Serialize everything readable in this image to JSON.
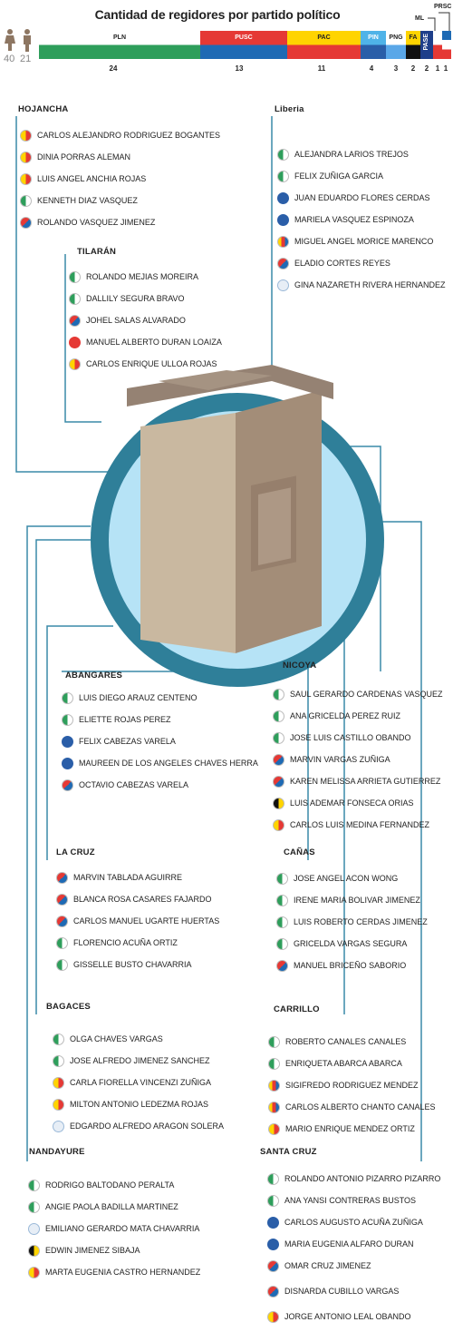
{
  "header": {
    "title": "Cantidad de regidores por partido político",
    "gender_women": "40",
    "gender_men": "21",
    "parties": [
      {
        "label": "PLN",
        "count": "24",
        "color": "#2e9e5b"
      },
      {
        "label": "PUSC",
        "count": "13",
        "color": "#e53935"
      },
      {
        "label": "PAC",
        "count": "11",
        "color": "#ffd400"
      },
      {
        "label": "PIN",
        "count": "4",
        "color": "#4fb3e8"
      },
      {
        "label": "PNG",
        "count": "3",
        "color": "#e7eef6"
      },
      {
        "label": "FA",
        "count": "2",
        "color": "#ffd400"
      },
      {
        "label": "PASE",
        "count": "2",
        "color": "#1e3f8a"
      },
      {
        "label": "ML",
        "count": "1",
        "color": "#e53935"
      },
      {
        "label": "PRSC",
        "count": "1",
        "color": "#ffd400"
      }
    ]
  },
  "colors": {
    "line": "#3a8aa9",
    "circle": "#2f7f99",
    "circle_inner": "#b6e3f6",
    "podium_front": "#c9b8a0",
    "podium_side": "#a38d78",
    "podium_top": "#958273"
  },
  "regions": [
    {
      "name": "HOJANCHA",
      "members": [
        {
          "name": "CARLOS ALEJANDRO RODRIGUEZ BOGANTES",
          "party": "pac"
        },
        {
          "name": "DINIA PORRAS ALEMAN",
          "party": "pac"
        },
        {
          "name": "LUIS ANGEL ANCHIA ROJAS",
          "party": "pac"
        },
        {
          "name": "KENNETH DIAZ VASQUEZ",
          "party": "pln"
        },
        {
          "name": "ROLANDO VASQUEZ JIMENEZ",
          "party": "pusc"
        }
      ]
    },
    {
      "name": "Liberia",
      "members": [
        {
          "name": "ALEJANDRA LARIOS TREJOS",
          "party": "pln"
        },
        {
          "name": "FELIX ZUÑIGA GARCIA",
          "party": "pln"
        },
        {
          "name": "JUAN EDUARDO FLORES CERDAS",
          "party": "pin"
        },
        {
          "name": "MARIELA VASQUEZ ESPINOZA",
          "party": "pin"
        },
        {
          "name": "MIGUEL ANGEL MORICE MARENCO",
          "party": "prsc"
        },
        {
          "name": "ELADIO CORTES REYES",
          "party": "pusc"
        },
        {
          "name": "GINA NAZARETH RIVERA HERNANDEZ",
          "party": "png"
        }
      ]
    },
    {
      "name": "TILARÁN",
      "members": [
        {
          "name": "ROLANDO MEJIAS MOREIRA",
          "party": "pln"
        },
        {
          "name": "DALLILY SEGURA BRAVO",
          "party": "pln"
        },
        {
          "name": "JOHEL SALAS ALVARADO",
          "party": "pusc"
        },
        {
          "name": "MANUEL ALBERTO DURAN LOAIZA",
          "party": "ml"
        },
        {
          "name": "CARLOS ENRIQUE ULLOA ROJAS",
          "party": "pac"
        }
      ]
    },
    {
      "name": "ABANGARES",
      "members": [
        {
          "name": "LUIS DIEGO ARAUZ CENTENO",
          "party": "pln"
        },
        {
          "name": "ELIETTE ROJAS PEREZ",
          "party": "pln"
        },
        {
          "name": "FELIX CABEZAS VARELA",
          "party": "pin"
        },
        {
          "name": "MAUREEN DE LOS ANGELES CHAVES HERRA",
          "party": "pin"
        },
        {
          "name": "OCTAVIO CABEZAS VARELA",
          "party": "pusc"
        }
      ]
    },
    {
      "name": "NICOYA",
      "members": [
        {
          "name": "SAUL GERARDO CARDENAS VASQUEZ",
          "party": "pln"
        },
        {
          "name": "ANA GRICELDA PEREZ RUIZ",
          "party": "pln"
        },
        {
          "name": "JOSE LUIS CASTILLO OBANDO",
          "party": "pln"
        },
        {
          "name": "MARVIN VARGAS ZUÑIGA",
          "party": "pusc"
        },
        {
          "name": "KAREN MELISSA ARRIETA GUTIERREZ",
          "party": "pusc"
        },
        {
          "name": "LUIS ADEMAR FONSECA ORIAS",
          "party": "fa"
        },
        {
          "name": "CARLOS LUIS MEDINA FERNANDEZ",
          "party": "pac"
        }
      ]
    },
    {
      "name": "LA CRUZ",
      "members": [
        {
          "name": "MARVIN TABLADA AGUIRRE",
          "party": "pusc"
        },
        {
          "name": "BLANCA ROSA CASARES FAJARDO",
          "party": "pusc"
        },
        {
          "name": "CARLOS MANUEL UGARTE HUERTAS",
          "party": "pusc"
        },
        {
          "name": "FLORENCIO ACUÑA ORTIZ",
          "party": "pln"
        },
        {
          "name": "GISSELLE BUSTO CHAVARRIA",
          "party": "pln"
        }
      ]
    },
    {
      "name": "CAÑAS",
      "members": [
        {
          "name": "JOSE ANGEL ACON WONG",
          "party": "pln"
        },
        {
          "name": "IRENE MARIA BOLIVAR JIMENEZ",
          "party": "pln"
        },
        {
          "name": "LUIS ROBERTO CERDAS JIMENEZ",
          "party": "pln"
        },
        {
          "name": "GRICELDA VARGAS SEGURA",
          "party": "pln"
        },
        {
          "name": "MANUEL BRICEÑO SABORIO",
          "party": "pusc"
        }
      ]
    },
    {
      "name": "BAGACES",
      "members": [
        {
          "name": "OLGA CHAVES VARGAS",
          "party": "pln"
        },
        {
          "name": "JOSE ALFREDO JIMENEZ SANCHEZ",
          "party": "pln"
        },
        {
          "name": "CARLA FIORELLA VINCENZI ZUÑIGA",
          "party": "pac"
        },
        {
          "name": "MILTON ANTONIO LEDEZMA ROJAS",
          "party": "pac"
        },
        {
          "name": "EDGARDO ALFREDO ARAGON SOLERA",
          "party": "png"
        }
      ]
    },
    {
      "name": "CARRILLO",
      "members": [
        {
          "name": "ROBERTO CANALES CANALES",
          "party": "pln"
        },
        {
          "name": "ENRIQUETA ABARCA ABARCA",
          "party": "pln"
        },
        {
          "name": "SIGIFREDO RODRIGUEZ MENDEZ",
          "party": "prsc"
        },
        {
          "name": "CARLOS ALBERTO CHANTO CANALES",
          "party": "prsc"
        },
        {
          "name": "MARIO ENRIQUE MENDEZ ORTIZ",
          "party": "pac"
        }
      ]
    },
    {
      "name": "NANDAYURE",
      "members": [
        {
          "name": "RODRIGO BALTODANO PERALTA",
          "party": "pln"
        },
        {
          "name": "ANGIE PAOLA BADILLA MARTINEZ",
          "party": "pln"
        },
        {
          "name": "EMILIANO GERARDO MATA CHAVARRIA",
          "party": "png"
        },
        {
          "name": "EDWIN JIMENEZ SIBAJA",
          "party": "fa"
        },
        {
          "name": "MARTA EUGENIA CASTRO HERNANDEZ",
          "party": "pac"
        }
      ]
    },
    {
      "name": "SANTA CRUZ",
      "members": [
        {
          "name": "ROLANDO ANTONIO PIZARRO PIZARRO",
          "party": "pln"
        },
        {
          "name": "ANA YANSI CONTRERAS BUSTOS",
          "party": "pln"
        },
        {
          "name": "CARLOS AUGUSTO ACUÑA ZUÑIGA",
          "party": "pin"
        },
        {
          "name": "MARIA EUGENIA ALFARO DURAN",
          "party": "pin"
        },
        {
          "name": "OMAR CRUZ JIMENEZ",
          "party": "pusc"
        },
        {
          "name": "DISNARDA CUBILLO VARGAS",
          "party": "pusc"
        },
        {
          "name": "JORGE ANTONIO LEAL OBANDO",
          "party": "pac"
        }
      ]
    }
  ]
}
